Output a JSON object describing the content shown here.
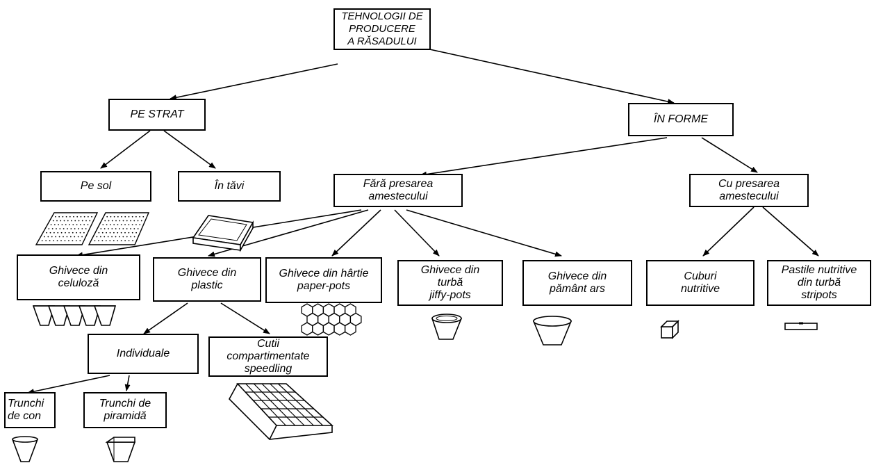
{
  "nodes": {
    "root": "TEHNOLOGII DE PRODUCERE\nA RĂSADULUI",
    "pe_strat": "PE STRAT",
    "in_forme": "ÎN FORME",
    "pe_sol": "Pe sol",
    "in_tavi": "În tăvi",
    "fara_presarea": "Fără presarea\namestecului",
    "cu_presarea": "Cu presarea\namestecului",
    "ghivece_celuloza": "Ghivece din\nceluloză",
    "ghivece_plastic": "Ghivece din\nplastic",
    "ghivece_hartie": "Ghivece din hârtie\npaper-pots",
    "ghivece_turba": "Ghivece din\nturbă\njiffy-pots",
    "ghivece_pamant": "Ghivece din\npământ ars",
    "cuburi": "Cuburi\nnutritive",
    "pastile": "Pastile nutritive\ndin turbă\nstripots",
    "individuale": "Individuale",
    "cutii": "Cutii\ncompartimentate\nspeedling",
    "trunchi_con": "Trunchi\nde con",
    "trunchi_piramida": "Trunchi de\npiramidă"
  },
  "icons": [
    "seedbed-grid-icon",
    "tray-icon",
    "cellulose-pots-icon",
    "paper-pots-honeycomb-icon",
    "jiffy-pot-icon",
    "clay-pot-icon",
    "nutrient-cube-icon",
    "peat-pellet-icon",
    "speedling-tray-icon",
    "cone-pot-icon",
    "pyramid-pot-icon"
  ]
}
